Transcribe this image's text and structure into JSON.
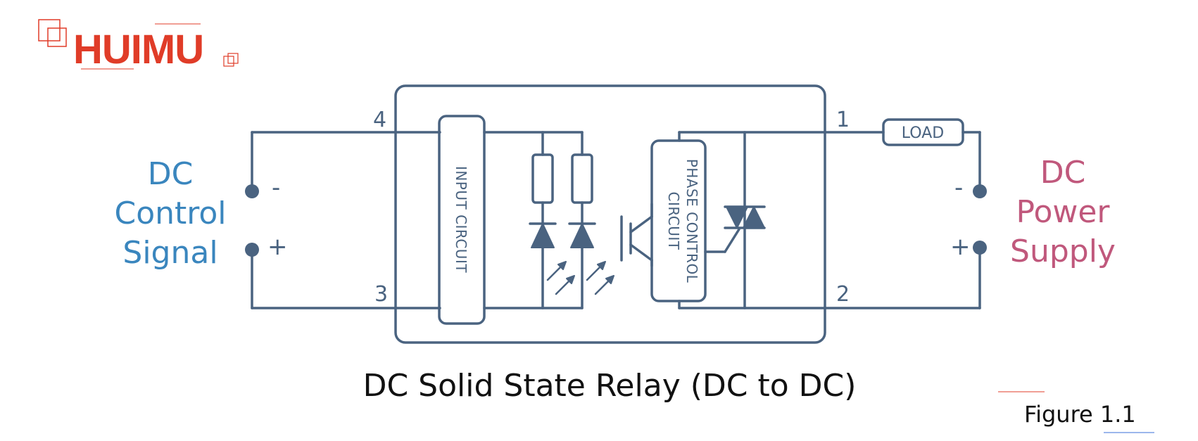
{
  "logo": {
    "text": "HUIMU",
    "color": "#e03c28"
  },
  "colors": {
    "line": "#4a6380",
    "control": "#3a86be",
    "power": "#c0587c",
    "logo": "#e03c28"
  },
  "terminals": {
    "pin_4": "4",
    "pin_3": "3",
    "pin_1": "1",
    "pin_2": "2"
  },
  "control_side": {
    "label_lines": [
      "DC",
      "Control",
      "Signal"
    ],
    "minus": "-",
    "plus": "+"
  },
  "power_side": {
    "label_lines": [
      "DC",
      "Power",
      "Supply"
    ],
    "minus": "-",
    "plus": "+"
  },
  "blocks": {
    "input_circuit": "INPUT CIRCUIT",
    "phase_control_line1": "PHASE CONTROL",
    "phase_control_line2": "CIRCUIT",
    "load": "LOAD"
  },
  "caption": "DC Solid State Relay (DC to DC)",
  "figure_label": "Figure 1.1"
}
